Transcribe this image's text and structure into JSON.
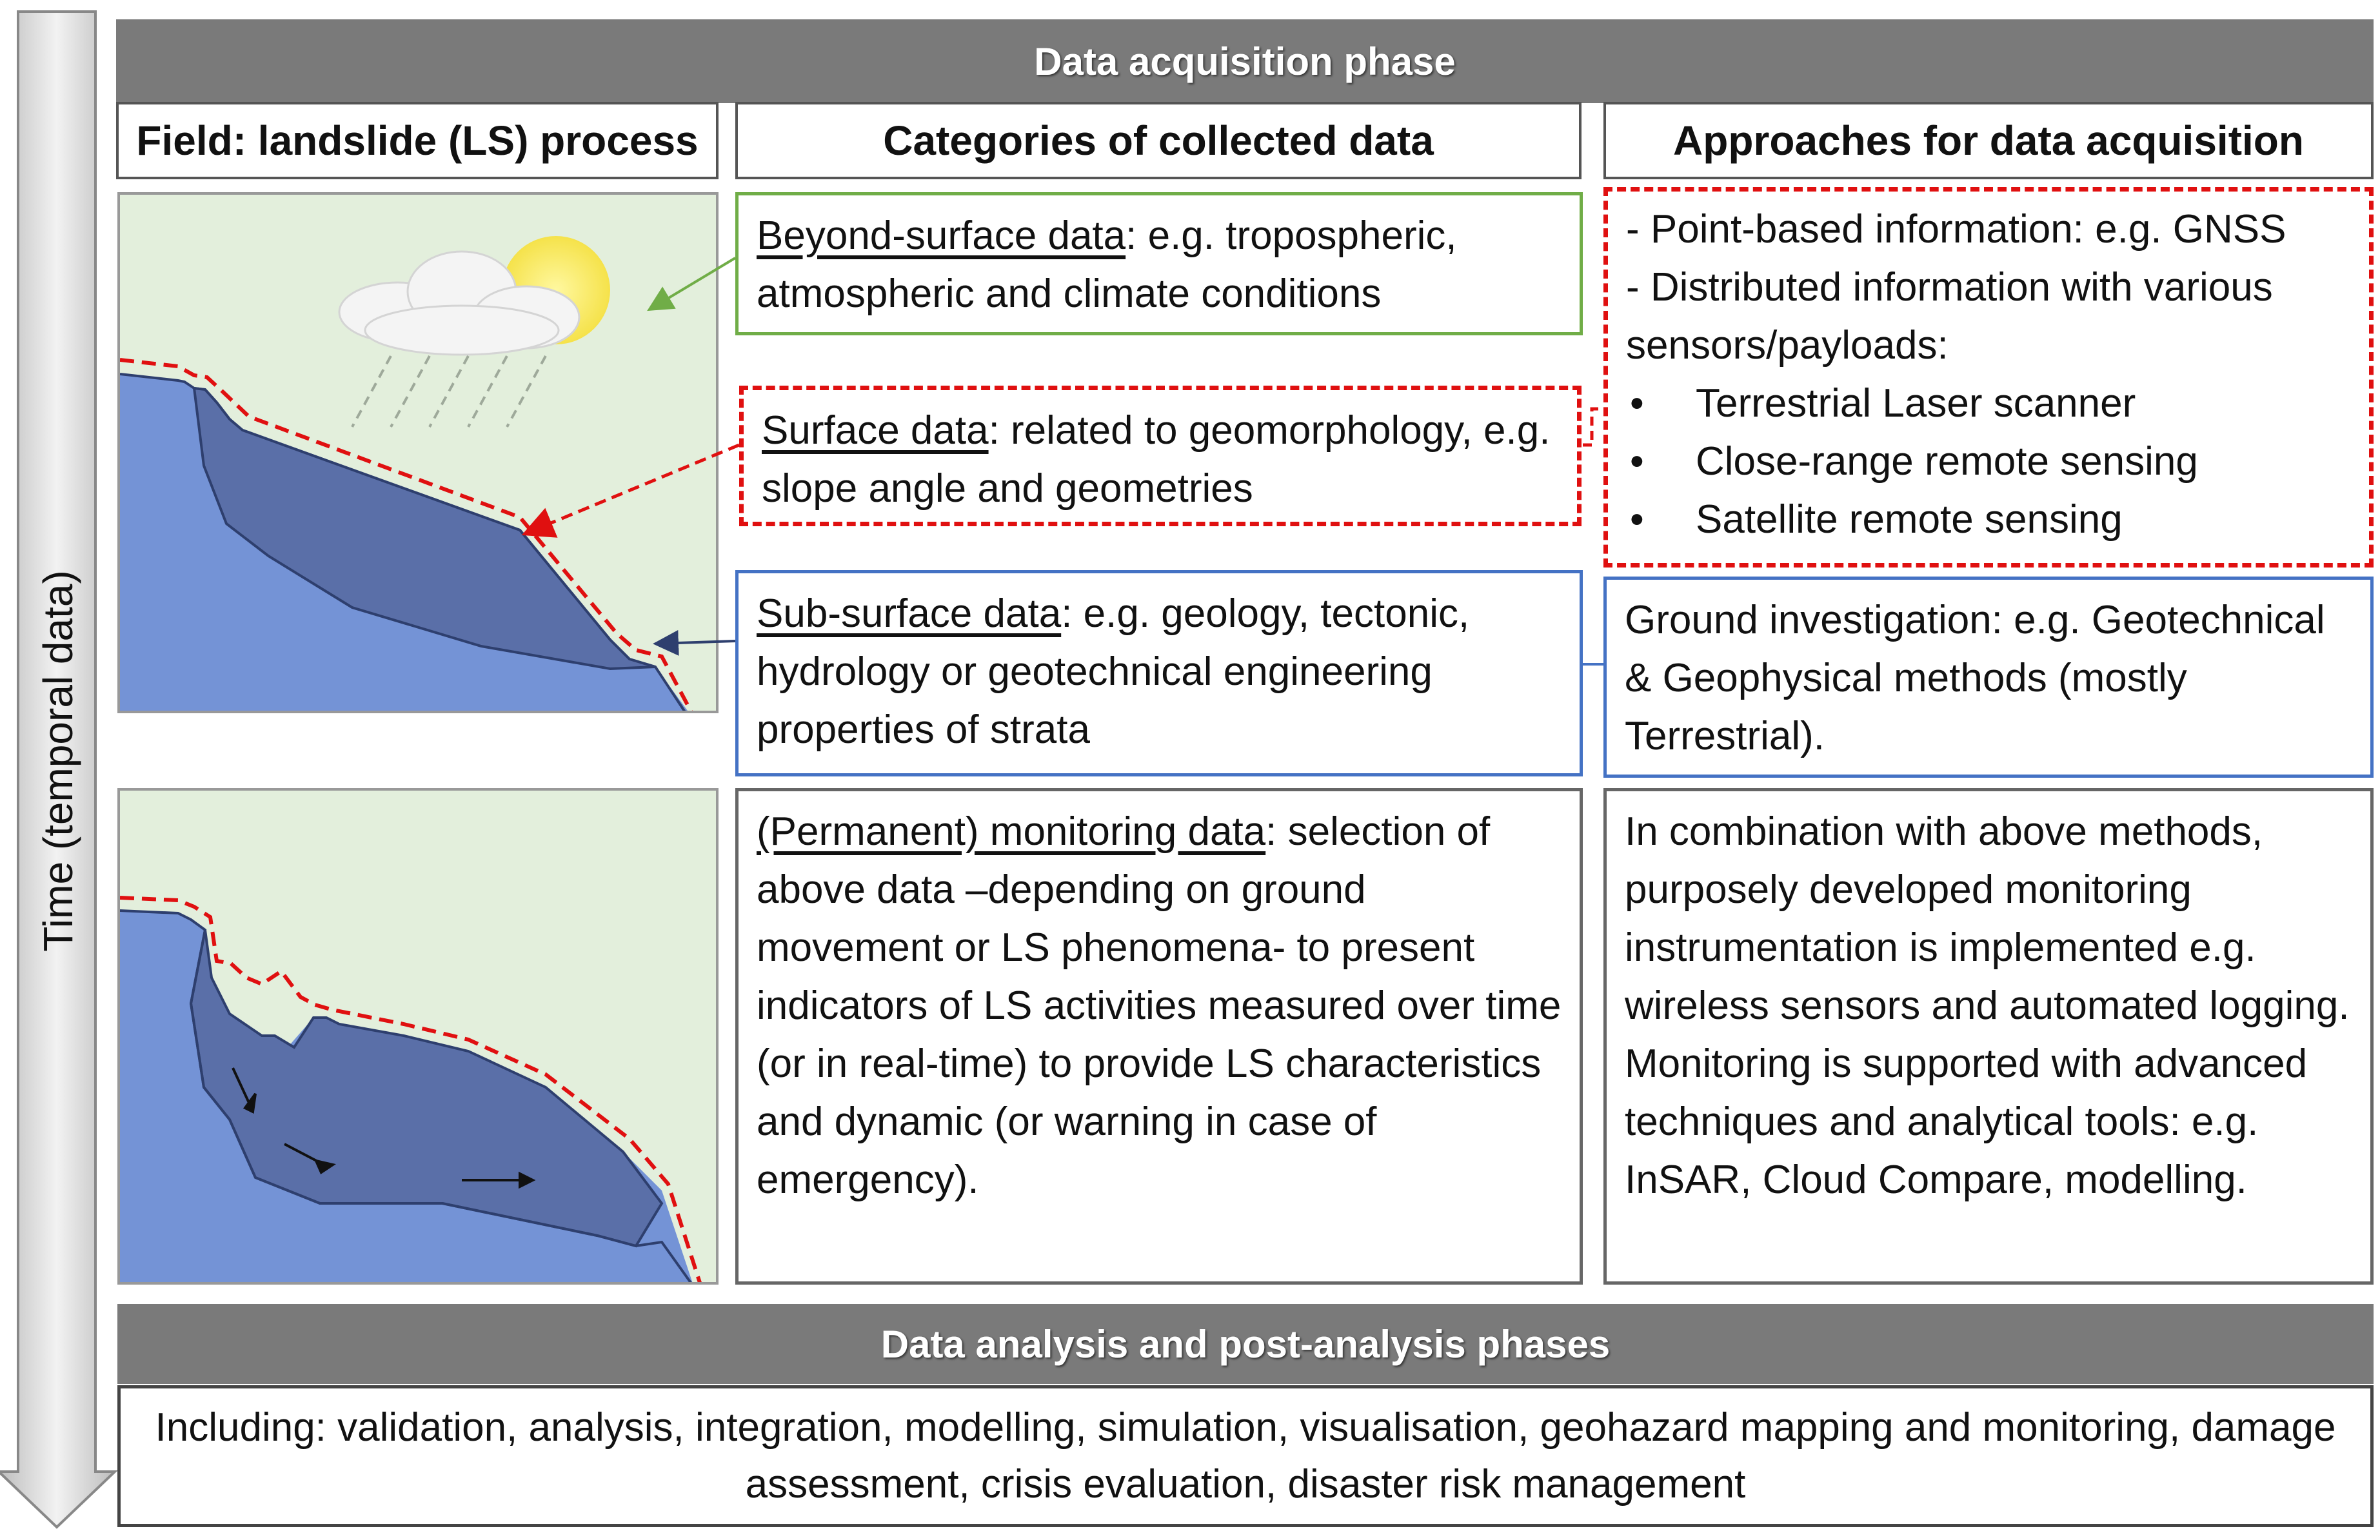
{
  "time_axis": {
    "label": "Time (temporal data)"
  },
  "header": {
    "title": "Data acquisition phase"
  },
  "columns": {
    "field": "Field: landslide (LS) process",
    "categories": "Categories of collected data",
    "approaches": "Approaches for data acquisition"
  },
  "categories": {
    "beyond_surface": {
      "term": "Beyond-surface data",
      "text": ": e.g. tropospheric, atmospheric and climate conditions"
    },
    "surface": {
      "term": "Surface data",
      "text": ": related to geomorphology, e.g. slope angle and geometries"
    },
    "sub_surface": {
      "term": "Sub-surface data",
      "text": ": e.g. geology, tectonic, hydrology or geotechnical engineering properties of strata"
    },
    "monitoring": {
      "term": "(Permanent) monitoring data",
      "text": ": selection of above data –depending on ground movement or LS phenomena- to present indicators of LS activities measured over time (or in real-time) to provide LS characteristics and dynamic (or warning in case of emergency)."
    }
  },
  "approaches": {
    "remote": {
      "line1": "- Point-based information: e.g. GNSS",
      "line2": "- Distributed information with various sensors/payloads:",
      "bullets": [
        "Terrestrial Laser scanner",
        "Close-range remote sensing",
        "Satellite remote sensing"
      ]
    },
    "ground": "Ground investigation: e.g. Geotechnical & Geophysical methods (mostly Terrestrial).",
    "monitoring": "In combination with above methods, purposely developed monitoring instrumentation is implemented e.g. wireless sensors and automated logging. Monitoring is supported with advanced techniques and analytical tools: e.g. InSAR, Cloud Compare, modelling."
  },
  "analysis": {
    "title": "Data analysis and post-analysis phases",
    "text": "Including: validation, analysis, integration, modelling, simulation, visualisation, geohazard mapping and monitoring, damage assessment, crisis evaluation, disaster risk management"
  },
  "colors": {
    "header_bar": "#7a7a7a",
    "beyond_surface_border": "#70ad47",
    "surface_border": "#e01010",
    "sub_surface_border": "#4472c4",
    "sky": "#e3efdc",
    "ground": "#7493d6",
    "landslide_body": "#5a6fa8"
  }
}
